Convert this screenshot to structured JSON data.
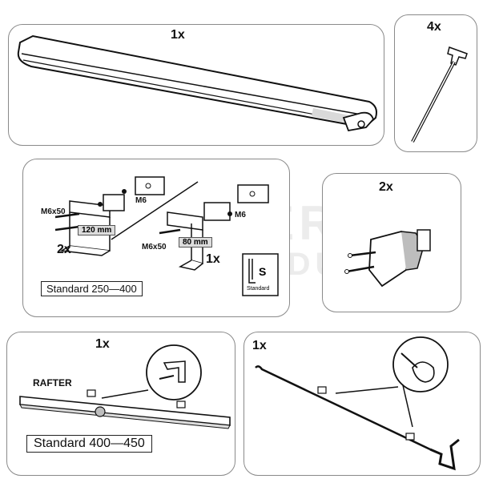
{
  "watermark": {
    "line1": "PANTHER",
    "line2": "RV PRODUCTS"
  },
  "panels": {
    "awning": {
      "qty": "1x"
    },
    "stakes": {
      "qty": "4x"
    },
    "brackets": {
      "left_screw": "M6x50",
      "left_nut": "M6",
      "left_dim": "120 mm",
      "left_qty": "2x",
      "right_screw": "M6x50",
      "right_nut": "M6",
      "right_dim": "80 mm",
      "right_qty": "1x",
      "profile_letter": "S",
      "profile_caption": "Standard",
      "standard_label": "Standard 250—400"
    },
    "clamps": {
      "qty": "2x"
    },
    "rafter": {
      "qty": "1x",
      "label": "RAFTER",
      "standard_label": "Standard 400—450"
    },
    "crank": {
      "qty": "1x"
    }
  }
}
